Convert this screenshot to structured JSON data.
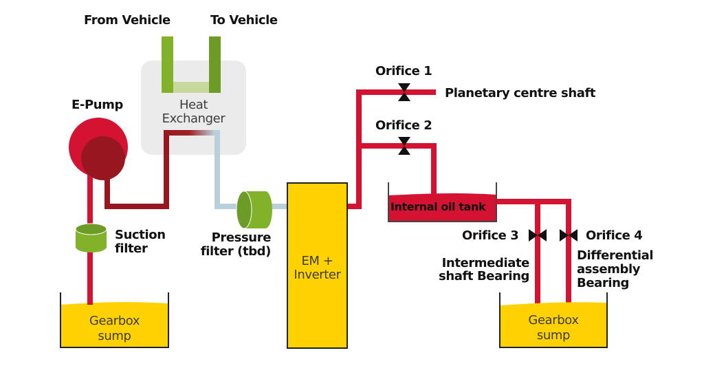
{
  "colors": {
    "oil_red": "#D41332",
    "oil_dark_red": "#981620",
    "coolant_blue": "#BACFDC",
    "yellow": "#FFD200",
    "green_light": "#82B22A",
    "green_dark": "#6C9B26",
    "green_pale": "#C6D89B",
    "heat_exchanger_bg": "#EBEBEB"
  },
  "labels": {
    "from_vehicle": "From Vehicle",
    "to_vehicle": "To Vehicle",
    "heat_exchanger_line1": "Heat",
    "heat_exchanger_line2": "Exchanger",
    "e_pump": "E-Pump",
    "suction_filter_line1": "Suction",
    "suction_filter_line2": "filter",
    "pressure_filter_line1": "Pressure",
    "pressure_filter_line2": "filter (tbd)",
    "em_inverter_line1": "EM +",
    "em_inverter_line2": "Inverter",
    "gearbox_sump_left_line1": "Gearbox",
    "gearbox_sump_left_line2": "sump",
    "gearbox_sump_right_line1": "Gearbox",
    "gearbox_sump_right_line2": "sump",
    "orifice_1": "Orifice 1",
    "orifice_2": "Orifice 2",
    "orifice_3": "Orifice 3",
    "orifice_4": "Orifice 4",
    "planetary_centre_shaft": "Planetary centre shaft",
    "internal_oil_tank": "Internal oil tank",
    "intermediate_line1": "Intermediate",
    "intermediate_line2": "shaft Bearing",
    "differential_line1": "Differential",
    "differential_line2": "assembly",
    "differential_line3": "Bearing"
  }
}
